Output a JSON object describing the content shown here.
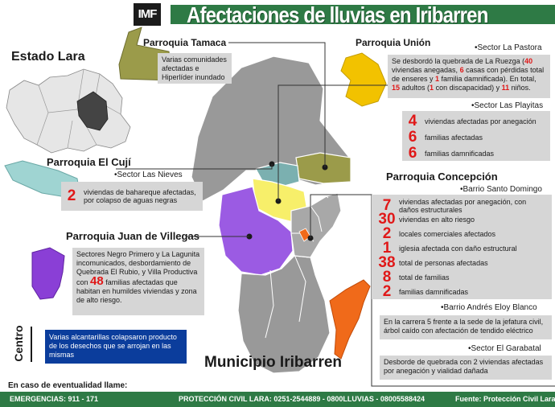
{
  "header": {
    "logo": "IMF",
    "title": "Afectaciones de lluvias en Iribarren"
  },
  "estado": {
    "label": "Estado Lara"
  },
  "municipio": {
    "label": "Municipio Iribarren"
  },
  "tamaca": {
    "title": "Parroquia Tamaca",
    "text": "Varias comunidades afectadas e Hiperlíder inundado",
    "color": "#9b9b4a"
  },
  "union": {
    "title": "Parroquia Unión",
    "color": "#f2c200",
    "pastora": {
      "sector": "•Sector La Pastora",
      "parts": [
        "Se desbordó la quebrada de La Ruezga (",
        "40",
        " viviendas anegadas, ",
        "6",
        " casas con pérdidas total de enseres y ",
        "1",
        " familia damnificada). En total, ",
        "15",
        " adultos (",
        "1",
        " con discapacidad) y ",
        "11",
        " niños."
      ]
    },
    "playitas": {
      "sector": "•Sector Las Playitas",
      "stats": [
        {
          "num": "4",
          "text": "viviendas afectadas por anegación"
        },
        {
          "num": "6",
          "text": "familias afectadas"
        },
        {
          "num": "6",
          "text": "familias damnificadas"
        }
      ]
    }
  },
  "cuji": {
    "title": "Parroquia El Cují",
    "color": "#9fd4d2",
    "sector": "•Sector Las Nieves",
    "num": "2",
    "text": "viviendas de bahareque afectadas, por colapso de aguas negras"
  },
  "villegas": {
    "title": "Parroquia Juan de Villegas",
    "color": "#8a3fd6",
    "text_before": "Sectores Negro Primero y La Lagunita incomunicados, desbordamiento de Quebrada El Rubio, y Villa Productiva con ",
    "num": "48",
    "text_after": " familias afectadas que habitan en humildes viviendas y zona de alto riesgo."
  },
  "centro": {
    "title": "Centro",
    "text": "Varias alcantarillas colapsaron producto de los desechos que se arrojan en las mismas",
    "color": "#0b3d9c"
  },
  "concepcion": {
    "title": "Parroquia Concepción",
    "color": "#f06a1a",
    "santo_domingo": {
      "sector": "•Barrio Santo Domingo",
      "stats": [
        {
          "num": "7",
          "text": "viviendas afectadas por anegación, con daños estructurales"
        },
        {
          "num": "30",
          "text": "viviendas en alto riesgo"
        },
        {
          "num": "2",
          "text": "locales comerciales afectados"
        },
        {
          "num": "1",
          "text": "iglesia afectada con daño estructural"
        },
        {
          "num": "38",
          "text": "total de personas afectadas"
        },
        {
          "num": "8",
          "text": "total de familias"
        },
        {
          "num": "2",
          "text": "familias damnificadas"
        }
      ]
    },
    "eloy": {
      "sector": "•Barrio Andrés Eloy Blanco",
      "text": "En la carrera 5 frente a la sede de la jefatura civil, árbol caído con afectación de tendido eléctrico"
    },
    "garabatal": {
      "sector": "•Sector El Garabatal",
      "text": "Desborde de quebrada con 2 viviendas afectadas por anegación y vialidad dañada"
    }
  },
  "footer": {
    "call": "En caso de eventualidad llame:",
    "emergencias": "EMERGENCIAS: 911 - 171",
    "proteccion": "PROTECCIÓN CIVIL LARA: 0251-2544889 - 0800LLUVIAS - 08005588424",
    "fuente": "Fuente: Protección Civil Lara"
  }
}
